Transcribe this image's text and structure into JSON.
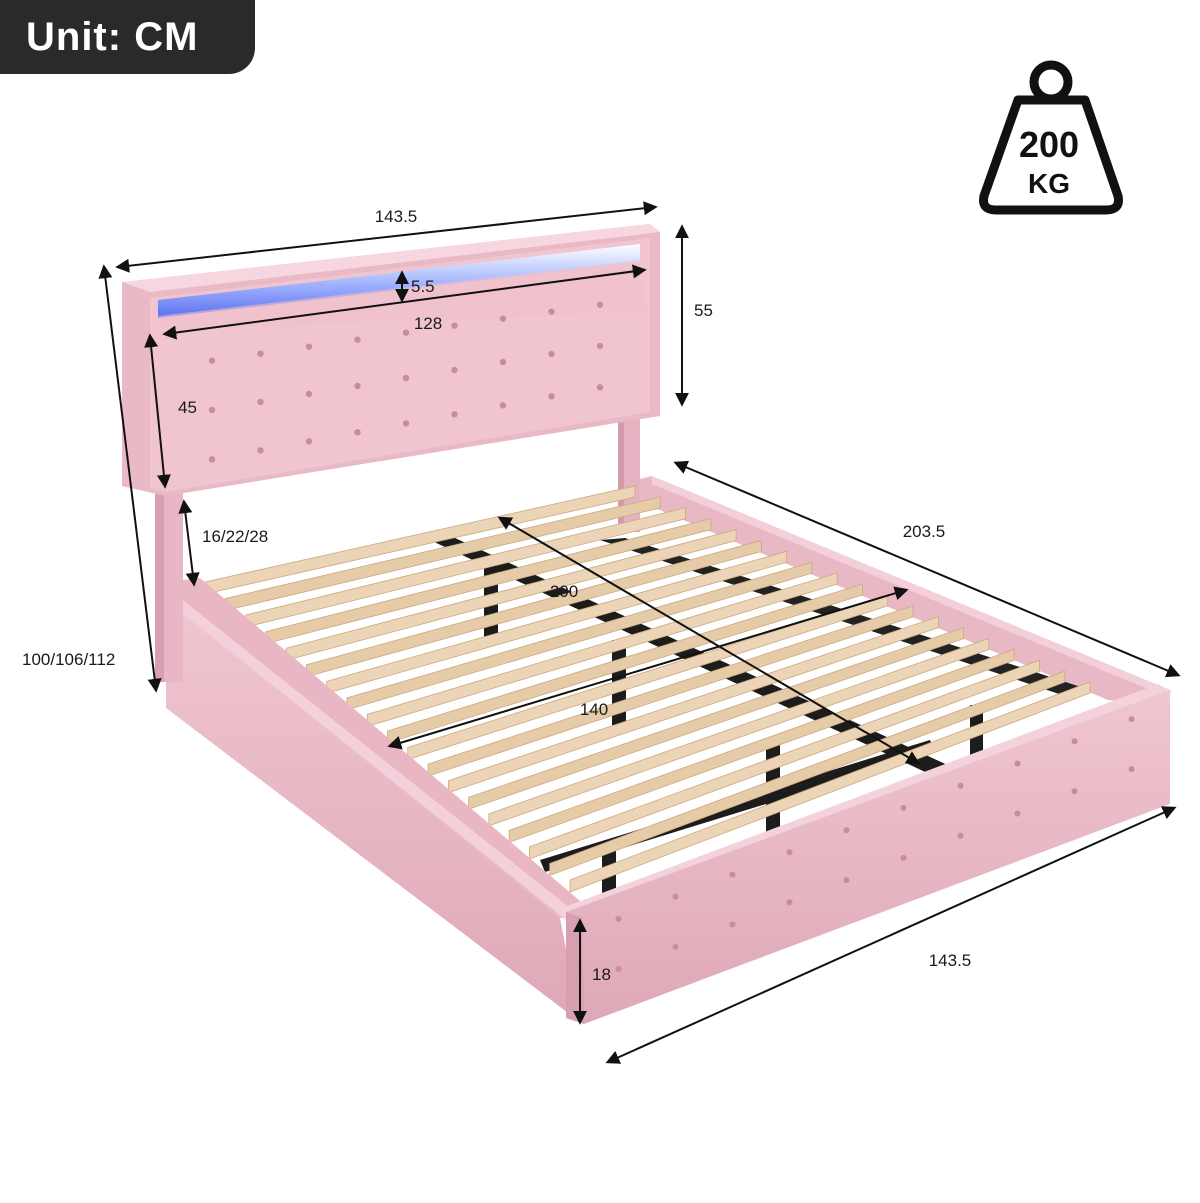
{
  "unit_label": "Unit: CM",
  "weight": {
    "value": "200",
    "unit": "KG",
    "icon": "weight-icon"
  },
  "dimensions": {
    "headboard_width": "143.5",
    "light_strip_height": "5.5",
    "light_strip_width": "128",
    "headboard_panel_height": "55",
    "tufted_panel_height": "45",
    "leg_clearance": "16/22/28",
    "overall_height": "100/106/112",
    "overall_length": "203.5",
    "slat_length": "200",
    "slat_width": "140",
    "footboard_width": "143.5",
    "side_rail_height": "18"
  },
  "colors": {
    "upholstery": "#ecbcc8",
    "upholstery_shade": "#d9a2b2",
    "slats": "#e8cfae",
    "frame": "#1c1c1c",
    "led": "#6d8cff",
    "badge": "#2a2a2a"
  }
}
